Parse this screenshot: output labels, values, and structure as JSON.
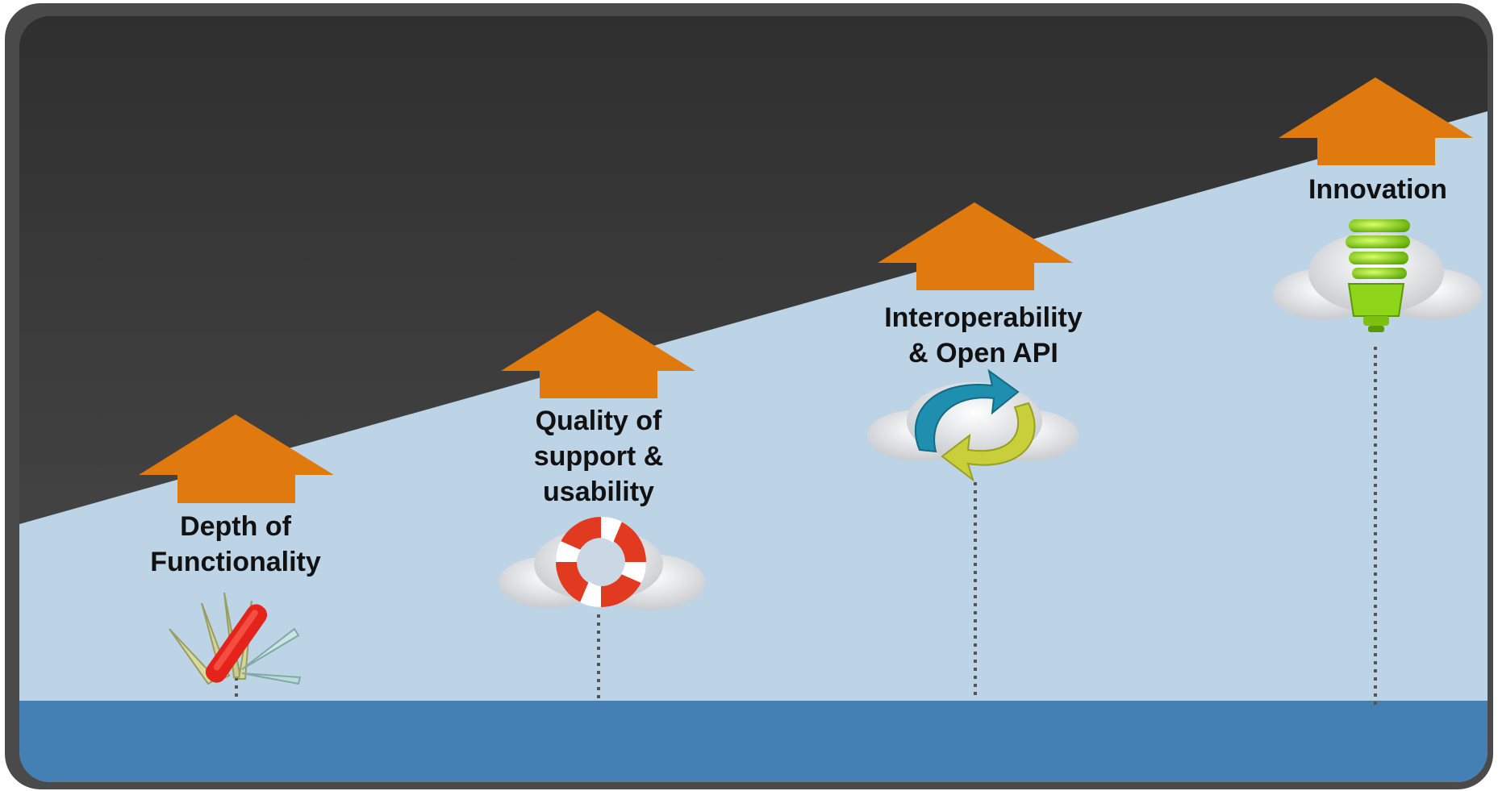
{
  "colors": {
    "outer_frame": "#4a4a4a",
    "dark_sky_top": "#333333",
    "dark_sky_bottom": "#4a4a4a",
    "light_area": "#bdd4e6",
    "ground_band": "#4480b3",
    "arrow": "#e17a0e",
    "text": "#111111"
  },
  "stages": [
    {
      "label": "Depth of\nFunctionality",
      "icon": "swiss-army-knife-icon"
    },
    {
      "label": "Quality of\nsupport &\nusability",
      "icon": "life-buoy-icon"
    },
    {
      "label": "Interoperability\n& Open API",
      "icon": "circular-arrows-icon"
    },
    {
      "label": "Innovation",
      "icon": "light-bulb-icon"
    }
  ]
}
